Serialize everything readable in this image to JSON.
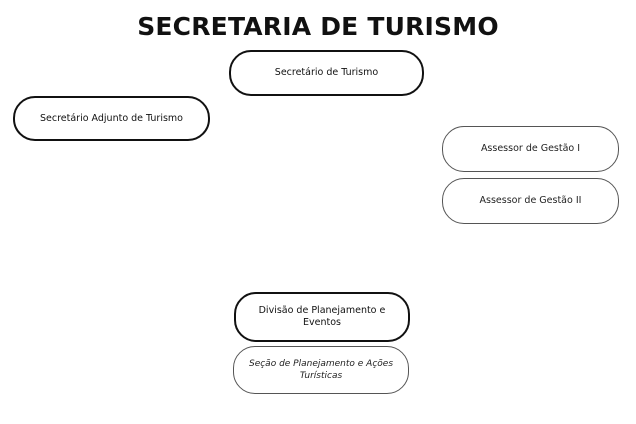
{
  "title": "SECRETARIA DE TURISMO",
  "org_chart": {
    "secretario": "Secretário de Turismo",
    "secretario_adjunto": "Secretário Adjunto de Turismo",
    "assessor_1": "Assessor de Gestão I",
    "assessor_2": "Assessor de Gestão II",
    "divisao": "Divisão de Planejamento e Eventos",
    "secao": "Seção de Planejamento e Ações Turísticas"
  }
}
